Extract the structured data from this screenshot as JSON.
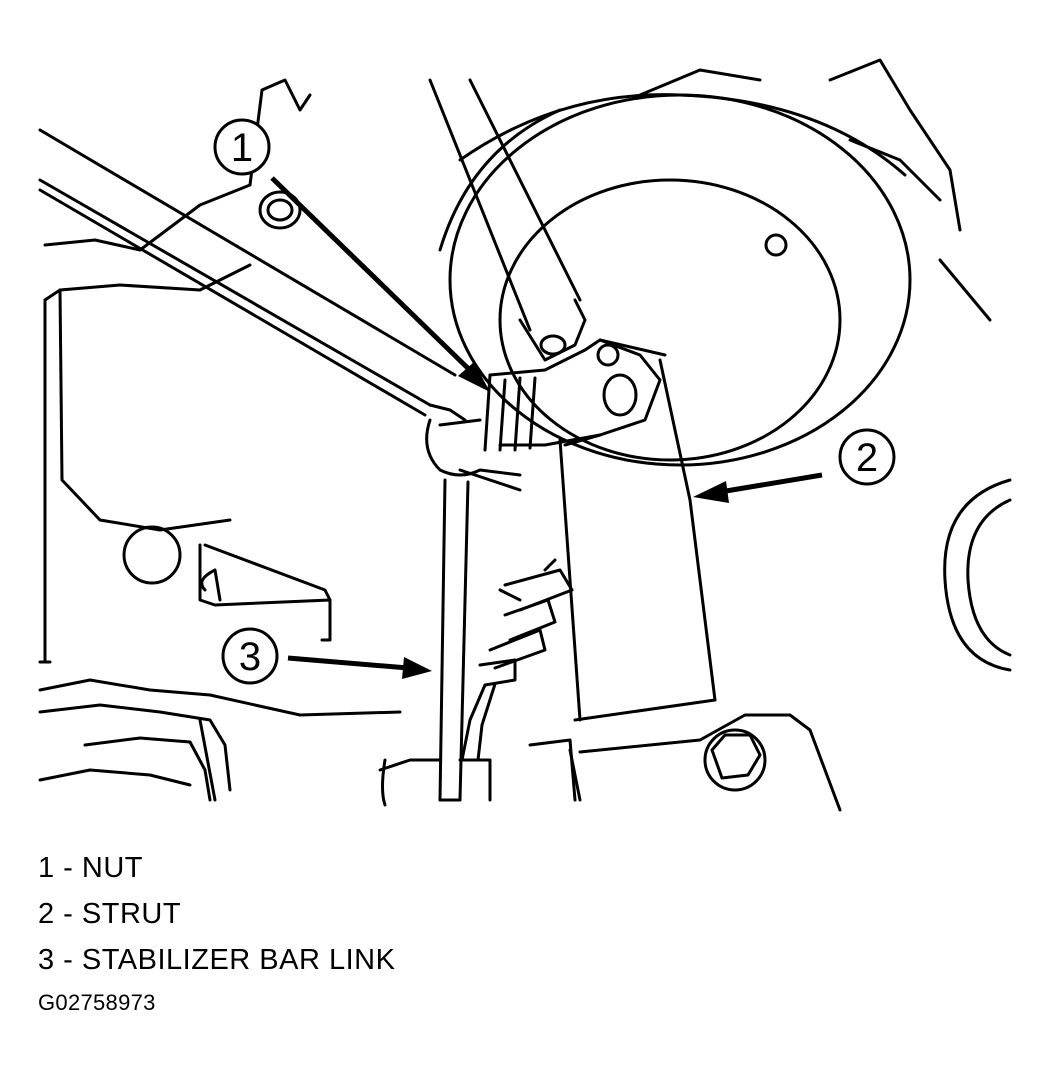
{
  "callouts": [
    {
      "number": "1"
    },
    {
      "number": "2"
    },
    {
      "number": "3"
    }
  ],
  "legend": [
    {
      "text": "1 - NUT"
    },
    {
      "text": "2 - STRUT"
    },
    {
      "text": "3 - STABILIZER BAR LINK"
    }
  ],
  "figure_id": "G02758973"
}
